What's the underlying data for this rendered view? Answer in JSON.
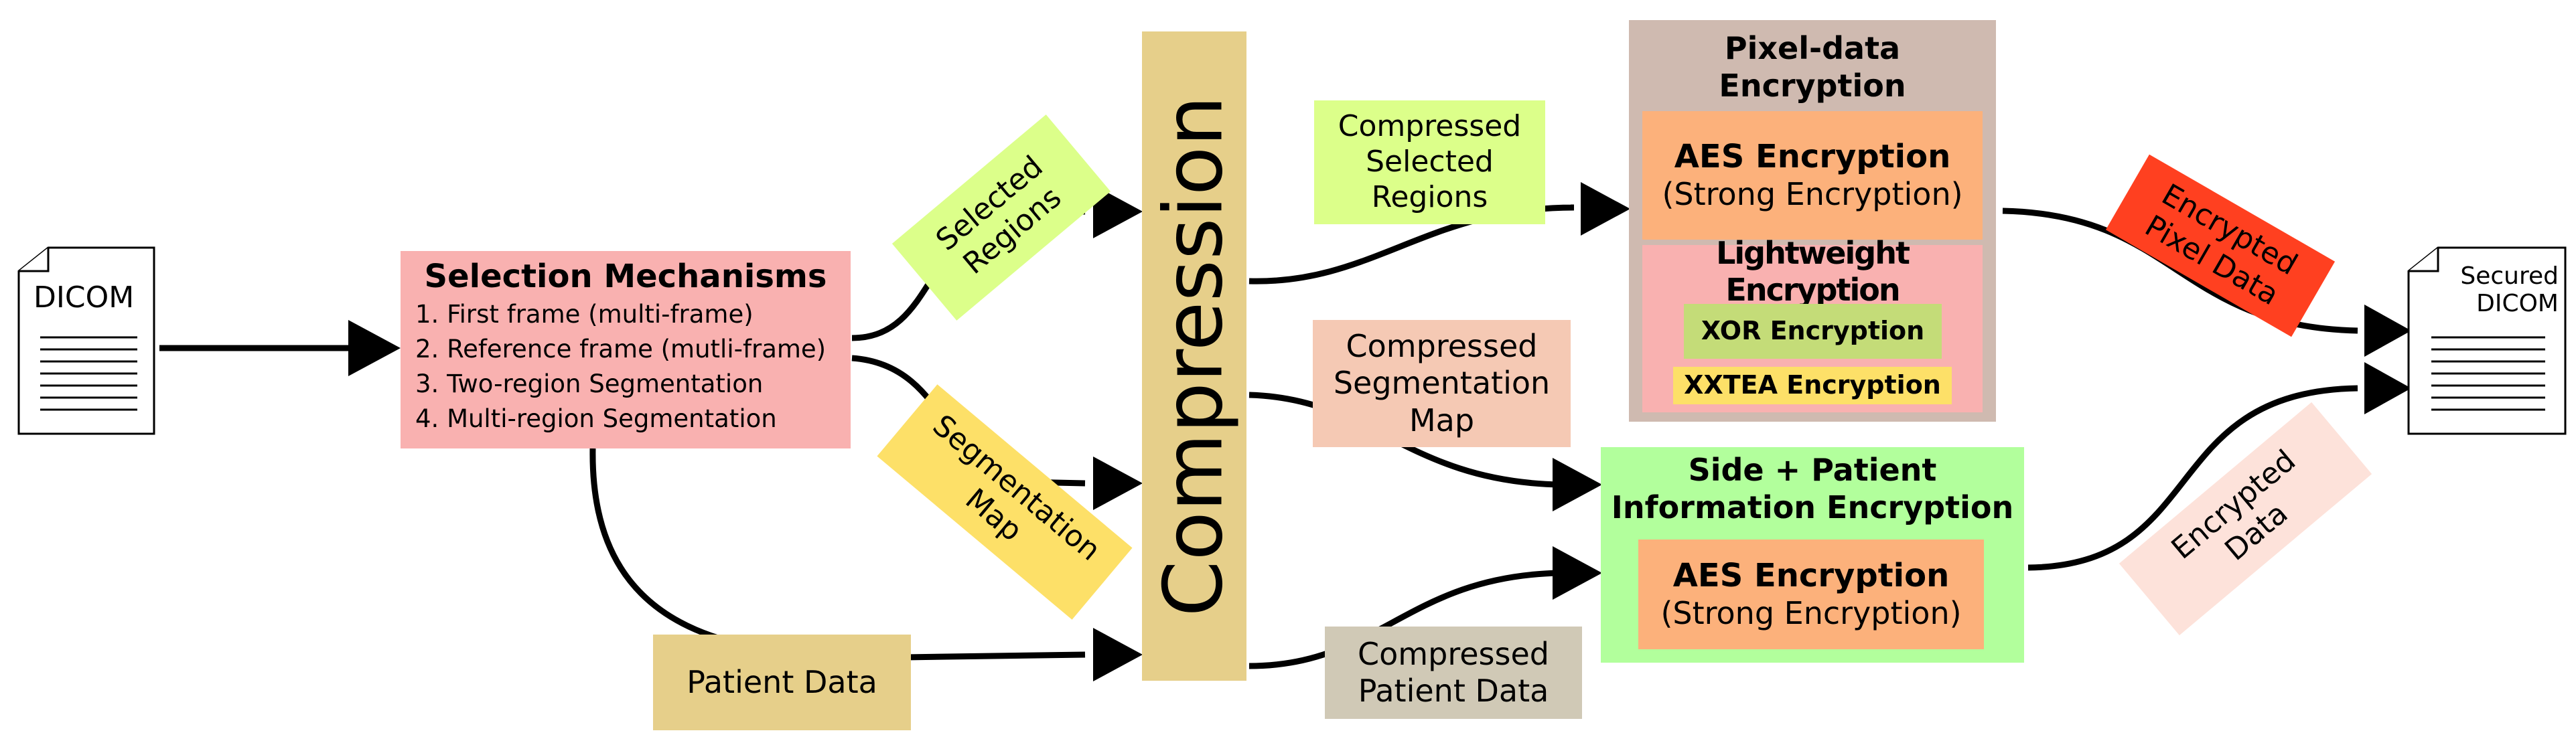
{
  "source_doc": {
    "label": "DICOM"
  },
  "selection": {
    "title": "Selection Mechanisms",
    "items": [
      "1. First frame (multi-frame)",
      "2. Reference frame (mutli-frame)",
      "3. Two-region Segmentation",
      "4. Multi-region Segmentation"
    ]
  },
  "labels": {
    "selected_regions": "Selected Regions",
    "segmentation_map": "Segmentation Map",
    "patient_data": "Patient Data",
    "compression": "Compression",
    "compressed_selected_regions": "Compressed Selected Regions",
    "compressed_segmentation_map": "Compressed Segmentation Map",
    "compressed_patient_data": "Compressed Patient Data",
    "encrypted_pixel_data": "Encrypted Pixel Data",
    "encrypted_data": "Encrypted Data"
  },
  "pixel_encryption": {
    "title": "Pixel-data Encryption",
    "aes_title": "AES Encryption",
    "aes_sub": "(Strong Encryption)",
    "lightweight_title": "Lightweight Encryption",
    "xor": "XOR Encryption",
    "xxtea": "XXTEA Encryption"
  },
  "side_encryption": {
    "title": "Side + Patient Information Encryption",
    "aes_title": "AES Encryption",
    "aes_sub": "(Strong Encryption)"
  },
  "output_doc": {
    "label": "Secured DICOM"
  },
  "colors": {
    "selection_box": "#f9b1b0",
    "selected_regions": "#dcff8a",
    "segmentation_map": "#fde068",
    "patient_data": "#e6cf8a",
    "compression": "#e6cf8a",
    "compressed_selected_regions": "#dcff8a",
    "compressed_segmentation_map": "#f5c9b4",
    "compressed_patient_data": "#d0c9b6",
    "pixel_container": "#cfbab0",
    "aes": "#fcb17b",
    "lightweight_container": "#f9b1b0",
    "xor": "#c4dc78",
    "xxtea": "#fde068",
    "side_container": "#b2ff9c",
    "encrypted_pixel_data": "#ff4020",
    "encrypted_data": "#fde2da",
    "arrow": "#000000"
  }
}
